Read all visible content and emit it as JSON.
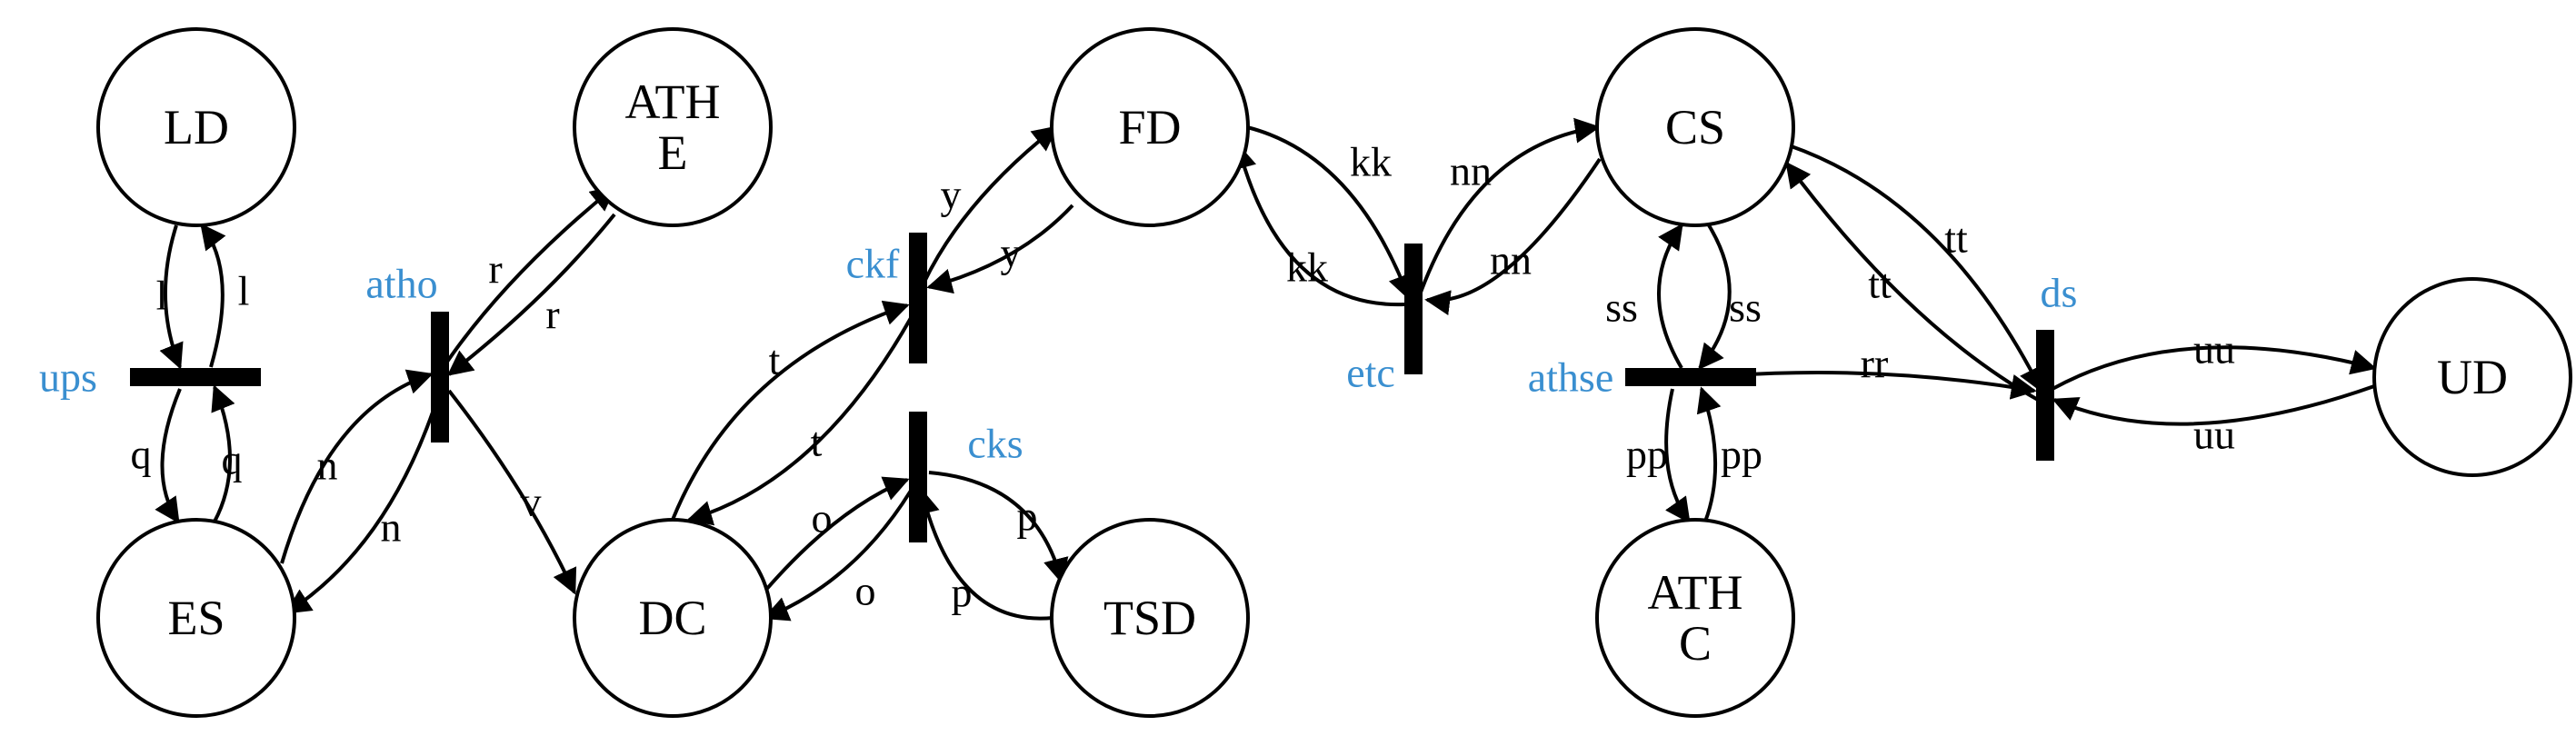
{
  "colors": {
    "place_stroke": "#000000",
    "transition_fill": "#000000",
    "transition_label": "#3a8fd0",
    "text": "#000000"
  },
  "places": [
    {
      "id": "LD",
      "lines": [
        "LD"
      ]
    },
    {
      "id": "ES",
      "lines": [
        "ES"
      ]
    },
    {
      "id": "ATHE",
      "lines": [
        "ATH",
        "E"
      ]
    },
    {
      "id": "DC",
      "lines": [
        "DC"
      ]
    },
    {
      "id": "FD",
      "lines": [
        "FD"
      ]
    },
    {
      "id": "TSD",
      "lines": [
        "TSD"
      ]
    },
    {
      "id": "CS",
      "lines": [
        "CS"
      ]
    },
    {
      "id": "ATHC",
      "lines": [
        "ATH",
        "C"
      ]
    },
    {
      "id": "UD",
      "lines": [
        "UD"
      ]
    }
  ],
  "transitions": [
    {
      "id": "ups",
      "label": "ups"
    },
    {
      "id": "atho",
      "label": "atho"
    },
    {
      "id": "ckf",
      "label": "ckf"
    },
    {
      "id": "cks",
      "label": "cks"
    },
    {
      "id": "etc",
      "label": "etc"
    },
    {
      "id": "athse",
      "label": "athse"
    },
    {
      "id": "ds",
      "label": "ds"
    }
  ],
  "arcs": [
    {
      "from": "LD",
      "to": "ups",
      "label": "l"
    },
    {
      "from": "ups",
      "to": "LD",
      "label": "l"
    },
    {
      "from": "ups",
      "to": "ES",
      "label": "q"
    },
    {
      "from": "ES",
      "to": "ups",
      "label": "q"
    },
    {
      "from": "ES",
      "to": "atho",
      "label": "n"
    },
    {
      "from": "atho",
      "to": "ES",
      "label": "n"
    },
    {
      "from": "atho",
      "to": "ATHE",
      "label": "r"
    },
    {
      "from": "ATHE",
      "to": "atho",
      "label": "r"
    },
    {
      "from": "atho",
      "to": "DC",
      "label": "v"
    },
    {
      "from": "DC",
      "to": "ckf",
      "label": "t"
    },
    {
      "from": "ckf",
      "to": "DC",
      "label": "t"
    },
    {
      "from": "ckf",
      "to": "FD",
      "label": "y"
    },
    {
      "from": "FD",
      "to": "ckf",
      "label": "y"
    },
    {
      "from": "DC",
      "to": "cks",
      "label": "o"
    },
    {
      "from": "cks",
      "to": "DC",
      "label": "o"
    },
    {
      "from": "cks",
      "to": "TSD",
      "label": "p"
    },
    {
      "from": "TSD",
      "to": "cks",
      "label": "p"
    },
    {
      "from": "FD",
      "to": "etc",
      "label": "kk"
    },
    {
      "from": "etc",
      "to": "FD",
      "label": "kk"
    },
    {
      "from": "etc",
      "to": "CS",
      "label": "nn"
    },
    {
      "from": "CS",
      "to": "etc",
      "label": "nn"
    },
    {
      "from": "CS",
      "to": "athse",
      "label": "ss"
    },
    {
      "from": "athse",
      "to": "CS",
      "label": "ss"
    },
    {
      "from": "athse",
      "to": "ATHC",
      "label": "pp"
    },
    {
      "from": "ATHC",
      "to": "athse",
      "label": "pp"
    },
    {
      "from": "athse",
      "to": "ds",
      "label": "rr"
    },
    {
      "from": "CS",
      "to": "ds",
      "label": "tt"
    },
    {
      "from": "ds",
      "to": "CS",
      "label": "tt"
    },
    {
      "from": "ds",
      "to": "UD",
      "label": "uu"
    },
    {
      "from": "UD",
      "to": "ds",
      "label": "uu"
    }
  ]
}
